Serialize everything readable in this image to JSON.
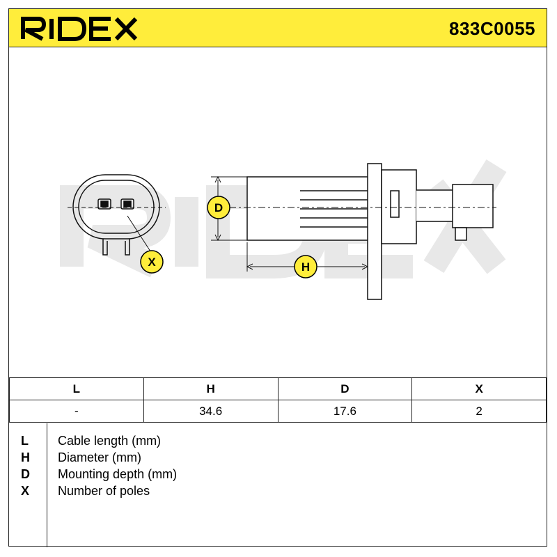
{
  "header": {
    "brand": "RIDEX",
    "part_number": "833C0055",
    "brand_color": "#ffed3b"
  },
  "drawing": {
    "watermark": "RIDEX",
    "labels": {
      "d": "D",
      "h": "H",
      "x": "X"
    }
  },
  "spec_table": {
    "columns": [
      "L",
      "H",
      "D",
      "X"
    ],
    "values": [
      "-",
      "34.6",
      "17.6",
      "2"
    ]
  },
  "legend": [
    {
      "key": "L",
      "desc": "Cable length (mm)"
    },
    {
      "key": "H",
      "desc": "Diameter (mm)"
    },
    {
      "key": "D",
      "desc": "Mounting depth (mm)"
    },
    {
      "key": "X",
      "desc": "Number of poles"
    }
  ]
}
